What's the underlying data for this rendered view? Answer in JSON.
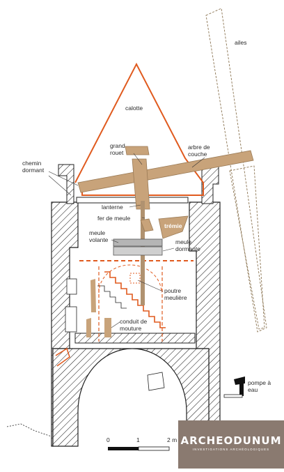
{
  "labels": {
    "ailes": "ailes",
    "calotte": "calotte",
    "grand_rouet": "grand\nrouet",
    "arbre_de_couche": "arbre de\ncouche",
    "chemin_dormant": "chemin\ndormant",
    "lanterne": "lanterne",
    "fer_de_meule": "fer de meule",
    "tremie": "trémie",
    "meule_volante": "meule\nvolante",
    "meule_dormante": "meule\ndormante",
    "poutre_meuliere": "poutre\nmeulière",
    "conduit_de_mouture": "conduit de\nmouture",
    "pompe_a_eau": "pompe à\neau"
  },
  "scale": {
    "t0": "0",
    "t1": "1",
    "t2": "2 m"
  },
  "logo": {
    "name": "ARCHEODUNUM",
    "subtitle": "INVESTIGATIONS ARCHÉOLOGIQUES"
  },
  "colors": {
    "orange": "#e05a1e",
    "tan": "#c8a37a",
    "wall": "#222222"
  }
}
